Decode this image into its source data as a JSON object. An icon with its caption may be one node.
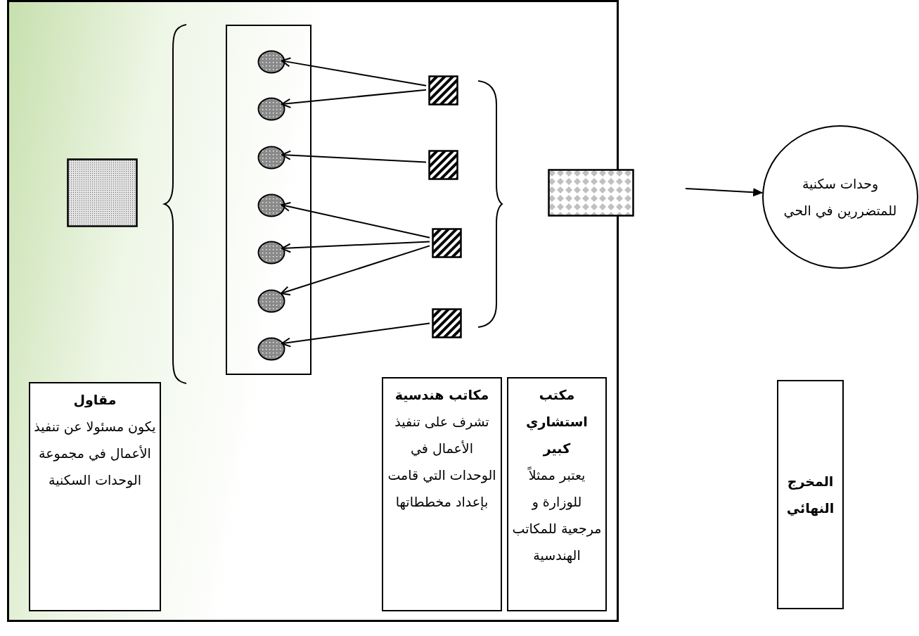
{
  "diagram": {
    "nodes": [
      {
        "text": [],
        "shape": "box"
      },
      {
        "text": [],
        "shape": "box",
        "in": 0
      },
      {
        "text": [],
        "shape": "box",
        "in": 0
      },
      {
        "text": [],
        "shape": "circle",
        "in": 2
      },
      {
        "text": [],
        "shape": "circle",
        "in": 2
      },
      {
        "text": [],
        "shape": "circle",
        "in": 2
      },
      {
        "text": [],
        "shape": "circle",
        "in": 2
      },
      {
        "text": [],
        "shape": "circle",
        "in": 2
      },
      {
        "text": [],
        "shape": "circle",
        "in": 2
      },
      {
        "text": [],
        "shape": "circle",
        "in": 2
      },
      {
        "text": [],
        "shape": "box",
        "in": 0
      },
      {
        "text": [],
        "shape": "box",
        "in": 0
      },
      {
        "text": [],
        "shape": "box",
        "in": 0
      },
      {
        "text": [],
        "shape": "box",
        "in": 0
      },
      {
        "text": [],
        "shape": "box",
        "in": 0
      },
      {
        "text": [
          "مقاول",
          "يكون مسئولا عن تنفيذ الأعمال في مجموعة الوحدات السكنية"
        ],
        "in": 0
      },
      {
        "text": [
          "مكاتب هندسية",
          "تشرف على تنفيذ الأعمال في الوحدات التي قامت بإعداد مخططاتها"
        ],
        "in": 0
      },
      {
        "text": [
          "مكتب استشاري كبير",
          "يعتبر ممثلاً للوزارة و مرجعية للمكاتب الهندسية"
        ],
        "in": 0
      },
      {
        "text": [
          "وحدات سكنية للمتضررين في الحي"
        ]
      },
      {
        "text": [
          "المخرج النهائي"
        ]
      }
    ],
    "edges": [
      {
        "from": 10,
        "to": 3,
        "arrow": "to"
      },
      {
        "from": 10,
        "to": 4,
        "arrow": "to"
      },
      {
        "from": 11,
        "to": 5,
        "arrow": "to"
      },
      {
        "from": 12,
        "to": 6,
        "arrow": "to"
      },
      {
        "from": 12,
        "to": 7,
        "arrow": "to"
      },
      {
        "from": 12,
        "to": 8,
        "arrow": "to"
      },
      {
        "from": 13,
        "to": 9,
        "arrow": "to"
      },
      {
        "from": null,
        "to": 18,
        "arrow": "to"
      }
    ]
  }
}
